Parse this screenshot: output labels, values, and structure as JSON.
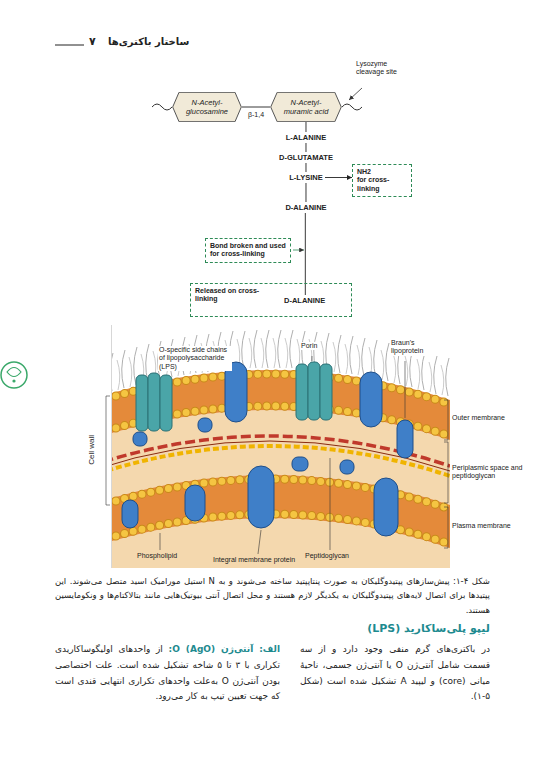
{
  "diagram": {
    "caption": "شکل ۴-۱: پیش‌سازهای پپتیدوگلیکان به صورت پنتاپپتید ساخته می‌شوند و به N استیل مورامیک اسید متصل می‌شوند. این پپتیدها برای اتصال لایه‌های پپتیدوگلیکان به یکدیگر لازم هستند و محل اتصال آنتی بیوتیک‌هایی مانند بتالاکتام‌ها و ونکومایسین هستند.",
    "nodes": [
      {
        "text": [
          "N-Acetyl-glucosamine"
        ]
      },
      {
        "text": [
          "N-Acetyl-muramic acid"
        ]
      },
      {
        "text": [
          "L-ALANINE"
        ]
      },
      {
        "text": [
          "D-GLUTAMATE"
        ]
      },
      {
        "text": [
          "L-LYSINE"
        ]
      },
      {
        "text": [
          "NH2",
          "for cross-linking"
        ]
      },
      {
        "text": [
          "D-ALANINE"
        ]
      },
      {
        "text": [
          "Bond broken and used for cross-linking"
        ]
      },
      {
        "text": [
          "Released on cross-linking"
        ]
      },
      {
        "text": [
          "D-ALANINE"
        ],
        "in": 8
      }
    ],
    "edges": [
      {
        "from": 0,
        "to": 1,
        "arrow": "none",
        "label": "β-1,4"
      },
      {
        "from": 1,
        "to": 2,
        "arrow": "none"
      },
      {
        "from": 2,
        "to": 3,
        "arrow": "none"
      },
      {
        "from": 3,
        "to": 4,
        "arrow": "none"
      },
      {
        "from": 4,
        "to": 5,
        "arrow": "to"
      },
      {
        "from": 4,
        "to": 6,
        "arrow": "none"
      },
      {
        "from": 6,
        "to": 9,
        "arrow": "none"
      }
    ],
    "labels": [
      "ساختار باکتری‌ها",
      "۷",
      "Lysozyme cleavage site",
      "O-specific side chains of lipopolysaccharide (LPS)",
      "Porin",
      "Braun's lipoprotein",
      "Cell wall",
      "Outer membrane",
      "Periplasmic space and peptidoglycan",
      "Plasma membrane",
      "Phospholipid",
      "Integral membrane protein",
      "Peptidoglycan",
      "لیپو پلی‌ساکارید (LPS)",
      "در باکتری‌های گرم منفی وجود دارد و از سه قسمت شامل آنتی‌ژن O یا آنتی‌ژن جسمی، ناحیهٔ میانی (core) و لیپید A تشکیل شده است (شکل ۵-۱).",
      "الف: آنتی‌ژن O (AgO):",
      "از واحدهای اولیگوساکاریدی تکراری با ۳ تا ۵ شاخه تشکیل شده است. علت اختصاصی بودن آنتی‌ژن O به‌علت واحدهای تکراری انتهایی قندی است که جهت تعیین تیپ به کار می‌رود."
    ]
  }
}
